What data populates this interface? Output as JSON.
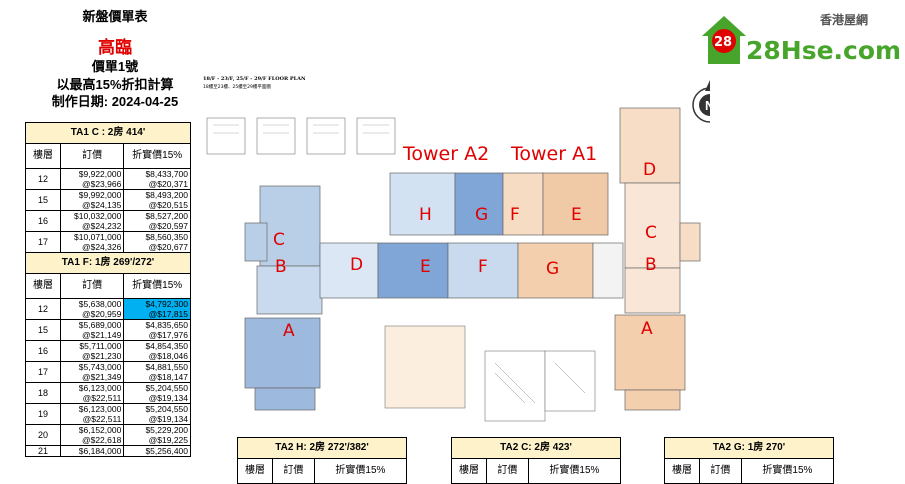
{
  "header": {
    "title": "新盤價單表",
    "project": "高臨",
    "price_list": "價單1號",
    "discount_note": "以最高15%折扣計算",
    "date": "制作日期: 2024-04-25"
  },
  "col_headers": {
    "floor": "樓層",
    "price": "訂價",
    "discount": "折實價15%"
  },
  "tables": {
    "ta1c": {
      "caption": "TA1 C : 2房   414'",
      "rows": [
        {
          "floor": "12",
          "p1": "$9,922,000",
          "p2": "@$23,966",
          "d1": "$8,433,700",
          "d2": "@$20,371"
        },
        {
          "floor": "15",
          "p1": "$9,992,000",
          "p2": "@$24,135",
          "d1": "$8,493,200",
          "d2": "@$20,515"
        },
        {
          "floor": "16",
          "p1": "$10,032,000",
          "p2": "@$24,232",
          "d1": "$8,527,200",
          "d2": "@$20,597"
        },
        {
          "floor": "17",
          "p1": "$10,071,000",
          "p2": "@$24,326",
          "d1": "$8,560,350",
          "d2": "@$20,677"
        }
      ]
    },
    "ta1f": {
      "caption": "TA1 F: 1房   269'/272'",
      "rows": [
        {
          "floor": "12",
          "p1": "$5,638,000",
          "p2": "@$20,959",
          "d1": "$4,792,300",
          "d2": "@$17,815"
        },
        {
          "floor": "15",
          "p1": "$5,689,000",
          "p2": "@$21,149",
          "d1": "$4,835,650",
          "d2": "@$17,976"
        },
        {
          "floor": "16",
          "p1": "$5,711,000",
          "p2": "@$21,230",
          "d1": "$4,854,350",
          "d2": "@$18,046"
        },
        {
          "floor": "17",
          "p1": "$5,743,000",
          "p2": "@$21,349",
          "d1": "$4,881,550",
          "d2": "@$18,147"
        },
        {
          "floor": "18",
          "p1": "$6,123,000",
          "p2": "@$22,511",
          "d1": "$5,204,550",
          "d2": "@$19,134"
        },
        {
          "floor": "19",
          "p1": "$6,123,000",
          "p2": "@$22,511",
          "d1": "$5,204,550",
          "d2": "@$19,134"
        },
        {
          "floor": "20",
          "p1": "$6,152,000",
          "p2": "@$22,618",
          "d1": "$5,229,200",
          "d2": "@$19,225"
        },
        {
          "floor": "21",
          "p1": "$6,184,000",
          "p2": "",
          "d1": "$5,256,400",
          "d2": ""
        }
      ]
    },
    "ta2h": {
      "caption": "TA2 H: 2房   272'/382'"
    },
    "ta2c": {
      "caption": "TA2 C: 2房   423'"
    },
    "ta2g": {
      "caption": "TA2 G: 1房   270'"
    }
  },
  "floorplan": {
    "title": "18/F - 23/F, 25/F - 29/F FLOOR PLAN",
    "subtitle": "18樓至23樓、25樓至29樓平面圖",
    "tower_a2": "Tower A2",
    "tower_a1": "Tower A1",
    "unit_letters_color": "#e00000",
    "units_a2_outer": [
      "C",
      "B",
      "A"
    ],
    "units_top": [
      "H",
      "G",
      "F",
      "E"
    ],
    "units_mid": [
      "D",
      "E",
      "F",
      "G"
    ],
    "units_a1_outer": [
      "D",
      "C",
      "B",
      "A"
    ],
    "compass": "N"
  },
  "logo": {
    "chinese": "香港屋網",
    "text": "28Hse.com",
    "badge": "28",
    "color": "#46a52a"
  }
}
